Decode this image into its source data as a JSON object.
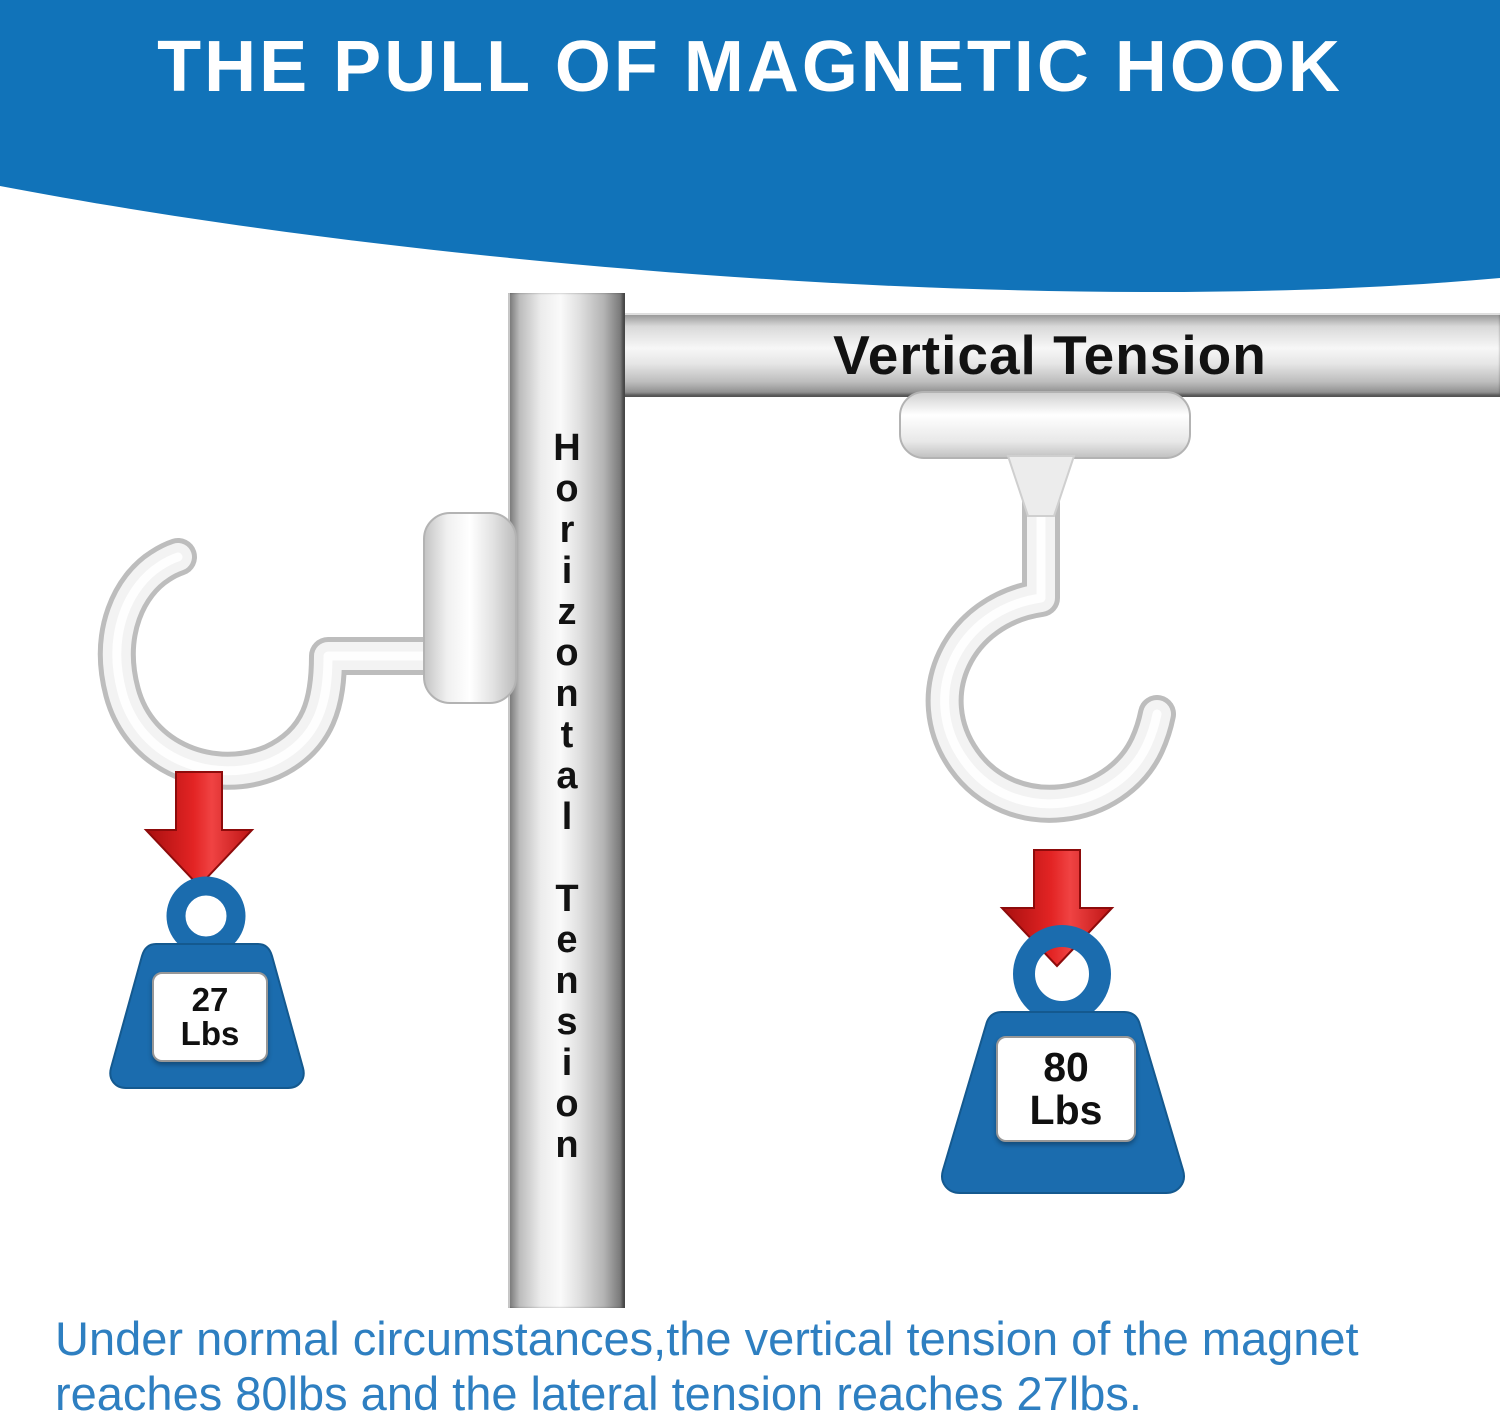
{
  "header": {
    "title": "THE PULL OF MAGNETIC HOOK"
  },
  "labels": {
    "vertical_tension": "Vertical Tension",
    "horizontal_tension": "Horizontal Tension"
  },
  "weights": {
    "left": {
      "value": "27",
      "unit": "Lbs"
    },
    "right": {
      "value": "80",
      "unit": "Lbs"
    }
  },
  "caption": {
    "line1": "Under normal circumstances,the vertical tension of the magnet",
    "line2": "reaches 80lbs and the lateral tension reaches 27lbs."
  },
  "colors": {
    "header_blue": "#1173b9",
    "caption_blue": "#2e7fc1",
    "weight_blue": "#1b6cae",
    "weight_blue_dark": "#14598f",
    "arrow_red": "#cf1414",
    "metal_light": "#f5f5f5",
    "metal_dark": "#7d7d7d",
    "hook_white": "#f3f3f3"
  }
}
